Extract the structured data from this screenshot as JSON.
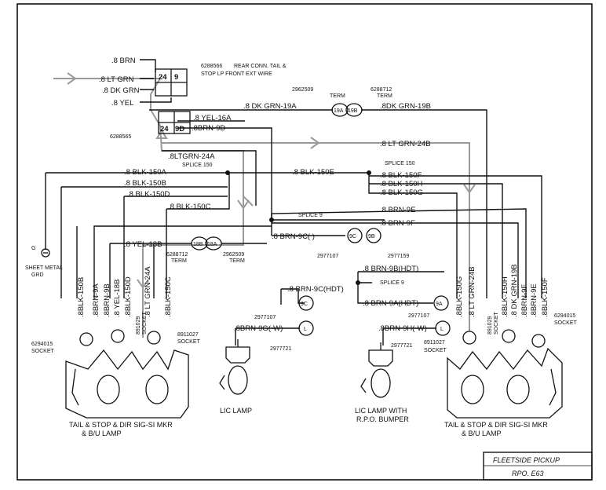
{
  "wires": {
    "w_8brn": ".8 BRN",
    "w_8ltgrn": ".8 LT GRN",
    "w_8dkgrn": ".8 DK GRN",
    "w_8yel": ".8 YEL",
    "w_yel16a": ".8 YEL-16A",
    "w_brn9d": ".8BRN-9D",
    "w_dkgrn19a": ".8 DK GRN-19A",
    "w_dkgrn19b": ".8DK GRN-19B",
    "w_ltgrn24a": ".8LTGRN-24A",
    "w_ltgrn24b": ".8 LT GRN-24B",
    "w_blk150a": ".8 BLK-150A",
    "w_blk150b": ".8 BLK-150B",
    "w_blk150d": ".8 BLK-150D",
    "w_blk150c": ".8 BLK-150C",
    "w_blk150e": ".8 BLK-150E",
    "w_blk150f": ".8 BLK-150F",
    "w_blk150h": ".8 BLK-150H",
    "w_blk150g": ".8 BLK-150G",
    "w_brn9e": ".8 BRN-9E",
    "w_brn9f": ".8 BRN-9F",
    "w_yel18b": ".8 YEL-18B",
    "w_brn9c": ".8 BRN-9C(    )",
    "w_brn9b_hdt": ".8 BRN-9B(HDT)",
    "w_brn9c_hdt": ".8 BRN-9C(HDT)",
    "w_brn9a_hdt": ".8 BRN-9A(HDT)",
    "w_brn9g_left": ".8BRN-9G(-W)",
    "w_brn9h_right": ".8BRN-9H(-W)",
    "v_blk150b": ".8BLK-150B",
    "v_brn9a": ".8BRN-9A",
    "v_brn9b": ".8BRN-9B",
    "v_yel18b": ".8 YEL-18B",
    "v_blk150d": ".8BLK-150D",
    "v_ltgrn24a": ".8 LT GRN-24A",
    "v_blk150c": ".8BLK-150C",
    "v_blk150g": ".8BLK-150G",
    "v_ltgrn24b": ".8 LT GRN-24B",
    "v_blk150h": ".8BLK-150H",
    "v_dkgrn19b": ".8 DK GRN-19B",
    "v_brn9f": ".8BRN-9F",
    "v_brn9e": ".8BRN-9E",
    "v_blk150f": ".8BLK-150F"
  },
  "connectors": {
    "top_pins": [
      "24",
      "9",
      "",
      ""
    ],
    "mid_pins": [
      "",
      "",
      "24",
      "9D"
    ],
    "c19a": "19A",
    "c19b": "19B",
    "c18b": "18B",
    "c18a": "18A",
    "c9c": "9C",
    "c9b": "9B",
    "c9c_hdt": "9C",
    "c9a_hdt": "9A",
    "c_left_lic": "L",
    "c_right_lic": "L"
  },
  "parts": {
    "p_6288566": "6288566",
    "p_rear_conn": "REAR CONN. TAIL &",
    "p_stop_lp": "STOP LP FRONT EXT WIRE",
    "p_6288565": "6288565",
    "p_2962509_top": "2962509",
    "p_term_top_a": "TERM",
    "p_6288712_top": "6288712",
    "p_term_top_b": "TERM",
    "p_6288712_mid": "6288712",
    "p_term_mid_a": "TERM",
    "p_2962509_mid": "2962509",
    "p_term_mid_b": "TERM",
    "p_2977107_a": "2977107",
    "p_2977159": "2977159",
    "p_2977107_b": "2977107",
    "p_2977107_c": "2977107",
    "p_2977721_a": "2977721",
    "p_2977721_b": "2977721",
    "p_6294015_l": "6294015",
    "p_socket_l": "SOCKET",
    "p_891029_l": "891029",
    "p_socket_l2": "SOCKET",
    "p_8911027_l": "8911027",
    "p_socket_l3": "SOCKET",
    "p_8911027_r": "8911027",
    "p_socket_r": "SOCKET",
    "p_891029_r": "891029",
    "p_socket_r2": "SOCKET",
    "p_6294015_r": "6294015",
    "p_socket_r3": "SOCKET"
  },
  "splices": {
    "s150_left": "SPLICE 150",
    "s150_right": "SPLICE 150",
    "s9_mid": "SPLICE 9",
    "s9_lower": "SPLICE 9"
  },
  "ground": {
    "g_code": "G",
    "g_label1": "SHEET METAL",
    "g_label2": "GRD"
  },
  "captions": {
    "tail_l1": "TAIL & STOP & DIR SIG-SI MKR",
    "tail_l2": "& B/U LAMP",
    "lic_lamp": "LIC LAMP",
    "lic_bumper1": "LIC LAMP WITH",
    "lic_bumper2": "R.P.O. BUMPER",
    "tail_r1": "TAIL & STOP & DIR SIG-SI MKR",
    "tail_r2": "& B/U LAMP"
  },
  "title_block": {
    "line1": "FLEETSIDE PICKUP",
    "line2": "RPO. E63"
  }
}
